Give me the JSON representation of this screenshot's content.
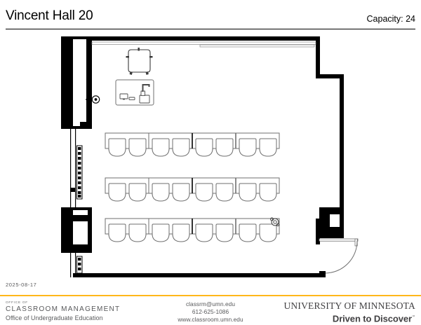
{
  "header": {
    "room_title": "Vincent Hall 20",
    "capacity_label": "Capacity: 24"
  },
  "plan": {
    "datestamp": "2025-08-17",
    "room_name": "Vincent Hall 20",
    "seat_count": 24,
    "rows": [
      {
        "id": "row-1",
        "seats": 8,
        "tables": 4
      },
      {
        "id": "row-2",
        "seats": 8,
        "tables": 4
      },
      {
        "id": "row-3",
        "seats": 8,
        "tables": 4
      }
    ],
    "fixtures": {
      "instructor_table": "round-instructor-table",
      "teaching_station": "teaching-station-console",
      "station_monitor": "monitor-icon",
      "station_keyboard": "keyboard-icon",
      "station_document_camera": "document-camera-icon",
      "wall_marker": "ceiling-projector-marker",
      "accessible_marker": "accessible-seat-marker",
      "whiteboard_front": "front-whiteboard",
      "whiteboard_top": "rear-whiteboard",
      "radiator_upper": "radiator-upper",
      "radiator_lower": "radiator-lower",
      "door_left": "left-entry-door",
      "door_right": "right-entry-door-with-swing"
    },
    "colors": {
      "wall": "#000000",
      "furniture_outline": "#6f6f6f",
      "room_fill": "#ffffff",
      "accent": "#ffb71b"
    }
  },
  "footer": {
    "ocm_office_of": "OFFICE OF",
    "ocm_name": "CLASSROOM MANAGEMENT",
    "ocm_sub": "Office of Undergraduate Education",
    "contact_email": "classrm@umn.edu",
    "contact_phone": "612-625-1086",
    "contact_web": "www.classroom.umn.edu",
    "umn_name": "UNIVERSITY OF MINNESOTA",
    "umn_tagline": "Driven to Discover",
    "umn_tagline_mark": "℠"
  }
}
